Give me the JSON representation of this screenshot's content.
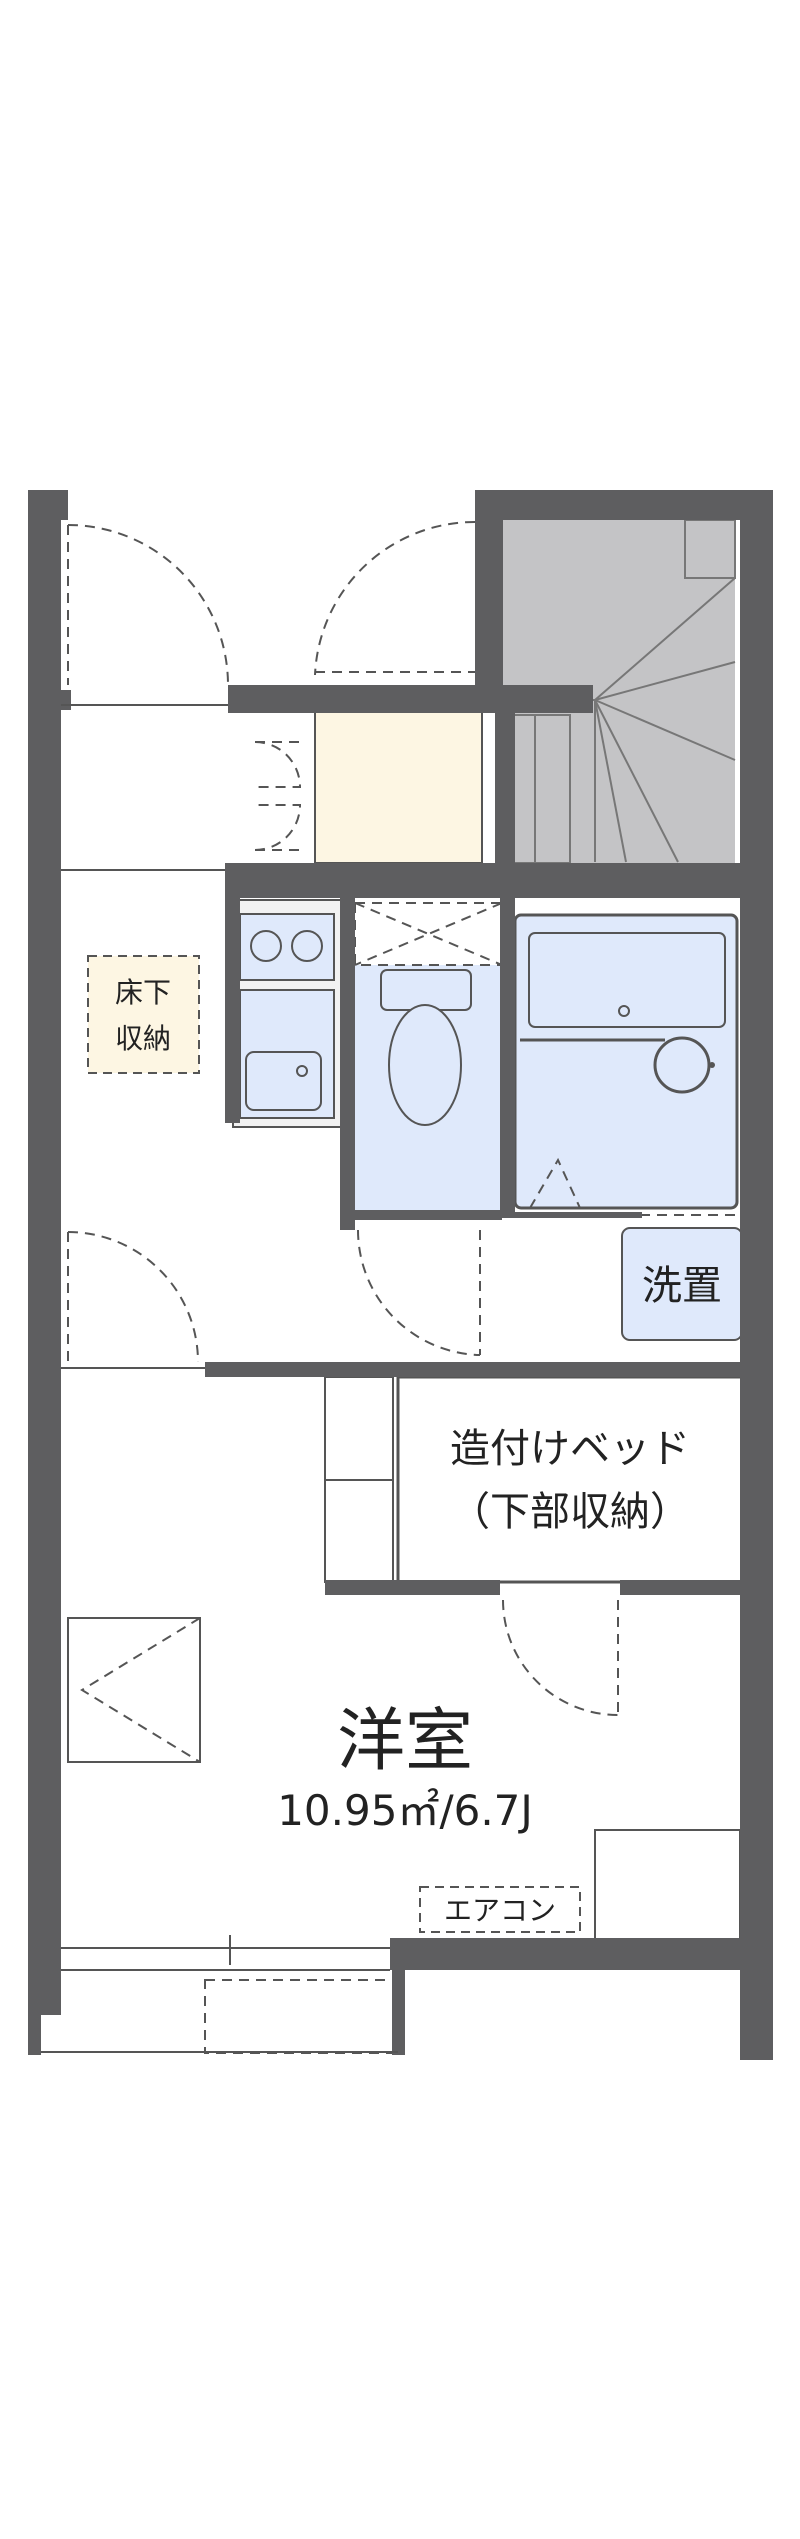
{
  "rooms": {
    "western_room": {
      "name": "洋室",
      "area": "10.95㎡/6.7J"
    },
    "built_in_bed": {
      "line1": "造付けベッド",
      "line2": "（下部収納）"
    },
    "underfloor_storage": {
      "line1": "床下",
      "line2": "収納"
    },
    "washer_space": {
      "label": "洗置"
    },
    "air_conditioner": {
      "label": "エアコン"
    }
  },
  "colors": {
    "wall": "#5e5e60",
    "fixture_blue": "#dfe9fb",
    "storage_cream": "#fdf6e3",
    "stair_gray": "#c4c4c6",
    "background": "#ffffff"
  }
}
